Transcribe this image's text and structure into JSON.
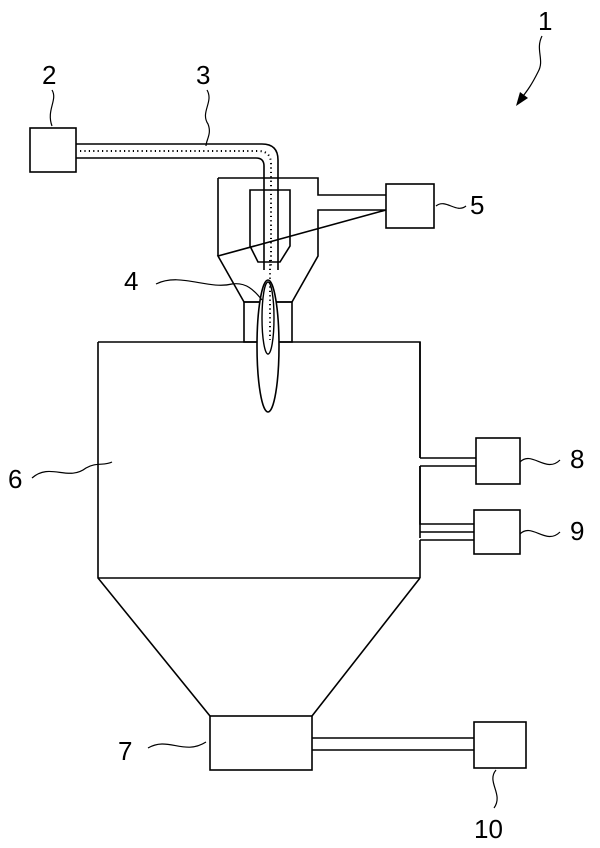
{
  "labels": {
    "apparatus": "1",
    "supply_unit": "2",
    "feed_pipe": "3",
    "flame": "4",
    "gas_unit": "5",
    "chamber": "6",
    "collector": "7",
    "unit_8": "8",
    "unit_9": "9",
    "unit_10": "10"
  }
}
